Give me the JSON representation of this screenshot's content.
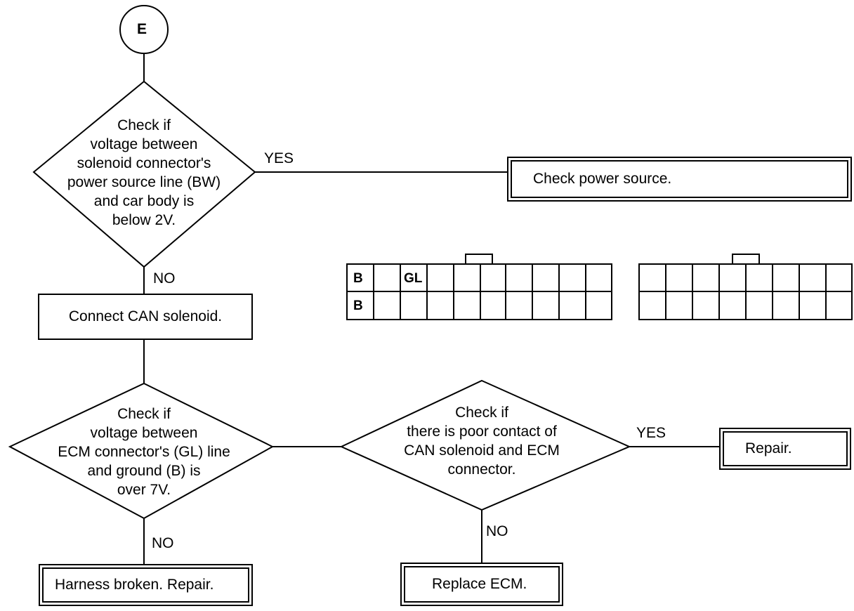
{
  "start_node": {
    "label": "E"
  },
  "decision1": {
    "text": "Check if\nvoltage between\nsolenoid connector's\npower source line (BW)\nand car body is\nbelow 2V."
  },
  "decision1_yes": "YES",
  "decision1_no": "NO",
  "action_power": "Check power source.",
  "action_connect": "Connect CAN solenoid.",
  "decision2": {
    "text": "Check if\nvoltage between\nECM connector's (GL) line\nand ground (B) is\nover 7V."
  },
  "decision2_no": "NO",
  "action_harness": "Harness broken. Repair.",
  "decision3": {
    "text": "Check if\nthere is poor contact of\nCAN solenoid and ECM\nconnector."
  },
  "decision3_yes": "YES",
  "decision3_no": "NO",
  "action_repair": "Repair.",
  "action_replace": "Replace ECM.",
  "connector_left": {
    "row1": [
      "B",
      "",
      "GL"
    ],
    "row2": [
      "B"
    ]
  }
}
